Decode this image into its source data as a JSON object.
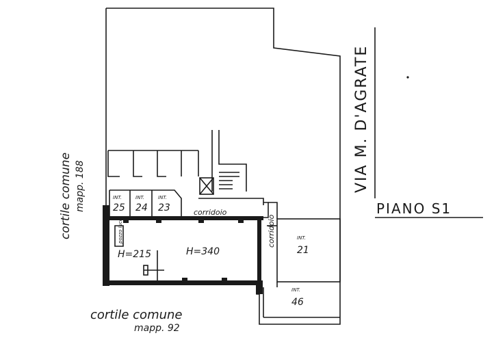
{
  "labels": {
    "street": "VIA M. D'AGRATE",
    "floor": "PIANO S1",
    "courtyard_left_1": "cortile comune",
    "courtyard_left_2": "mapp. 188",
    "courtyard_bottom_1": "cortile comune",
    "courtyard_bottom_2": "mapp. 92",
    "corridor_top": "corridoio",
    "corridor_side": "corridoio",
    "height_small": "H=215",
    "height_main": "H=340",
    "small_room": "pozzo luce"
  },
  "units": [
    {
      "int": "INT.",
      "num": "25"
    },
    {
      "int": "INT.",
      "num": "24"
    },
    {
      "int": "INT.",
      "num": "23"
    },
    {
      "int": "INT.",
      "num": "21"
    },
    {
      "int": "INT.",
      "num": "46"
    }
  ]
}
